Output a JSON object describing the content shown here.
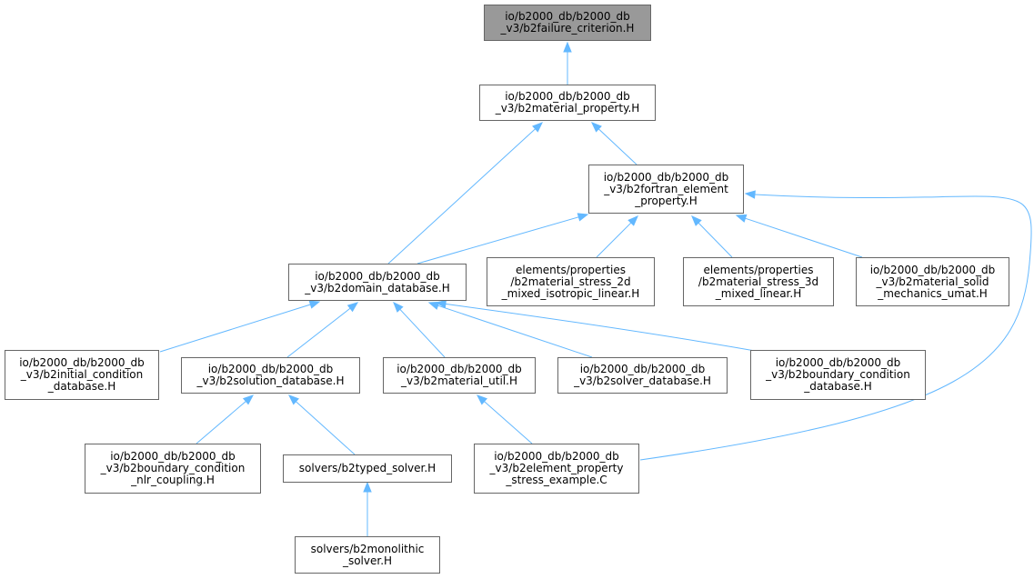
{
  "nodes": [
    {
      "id": "failure_criterion",
      "name": "node-b2failure-criterion",
      "root": true,
      "lines": [
        "io/b2000_db/b2000_db",
        "_v3/b2failure_criterion.H"
      ]
    },
    {
      "id": "material_property",
      "name": "node-b2material-property",
      "lines": [
        "io/b2000_db/b2000_db",
        "_v3/b2material_property.H"
      ]
    },
    {
      "id": "fortran_element_property",
      "name": "node-b2fortran-element-property",
      "lines": [
        "io/b2000_db/b2000_db",
        "_v3/b2fortran_element",
        "_property.H"
      ]
    },
    {
      "id": "domain_database",
      "name": "node-b2domain-database",
      "lines": [
        "io/b2000_db/b2000_db",
        "_v3/b2domain_database.H"
      ]
    },
    {
      "id": "stress_2d",
      "name": "node-b2material-stress-2d",
      "lines": [
        "elements/properties",
        "/b2material_stress_2d",
        "_mixed_isotropic_linear.H"
      ]
    },
    {
      "id": "stress_3d",
      "name": "node-b2material-stress-3d",
      "lines": [
        "elements/properties",
        "/b2material_stress_3d",
        "_mixed_linear.H"
      ]
    },
    {
      "id": "solid_mechanics_umat",
      "name": "node-b2material-solid-mechanics-umat",
      "lines": [
        "io/b2000_db/b2000_db",
        "_v3/b2material_solid",
        "_mechanics_umat.H"
      ]
    },
    {
      "id": "initial_condition",
      "name": "node-b2initial-condition-database",
      "lines": [
        "io/b2000_db/b2000_db",
        "_v3/b2initial_condition",
        "_database.H"
      ]
    },
    {
      "id": "solution_database",
      "name": "node-b2solution-database",
      "lines": [
        "io/b2000_db/b2000_db",
        "_v3/b2solution_database.H"
      ]
    },
    {
      "id": "material_util",
      "name": "node-b2material-util",
      "lines": [
        "io/b2000_db/b2000_db",
        "_v3/b2material_util.H"
      ]
    },
    {
      "id": "solver_database",
      "name": "node-b2solver-database",
      "lines": [
        "io/b2000_db/b2000_db",
        "_v3/b2solver_database.H"
      ]
    },
    {
      "id": "boundary_condition_database",
      "name": "node-b2boundary-condition-database",
      "lines": [
        "io/b2000_db/b2000_db",
        "_v3/b2boundary_condition",
        "_database.H"
      ]
    },
    {
      "id": "boundary_condition_nlr",
      "name": "node-b2boundary-condition-nlr-coupling",
      "lines": [
        "io/b2000_db/b2000_db",
        "_v3/b2boundary_condition",
        "_nlr_coupling.H"
      ]
    },
    {
      "id": "typed_solver",
      "name": "node-b2typed-solver",
      "lines": [
        "solvers/b2typed_solver.H"
      ]
    },
    {
      "id": "element_property_stress_example",
      "name": "node-b2element-property-stress-example",
      "lines": [
        "io/b2000_db/b2000_db",
        "_v3/b2element_property",
        "_stress_example.C"
      ]
    },
    {
      "id": "monolithic_solver",
      "name": "node-b2monolithic-solver",
      "lines": [
        "solvers/b2monolithic",
        "_solver.H"
      ]
    }
  ],
  "edges": [
    {
      "from": "material_property",
      "to": "failure_criterion"
    },
    {
      "from": "domain_database",
      "to": "material_property"
    },
    {
      "from": "fortran_element_property",
      "to": "material_property"
    },
    {
      "from": "domain_database",
      "to": "fortran_element_property"
    },
    {
      "from": "stress_2d",
      "to": "fortran_element_property"
    },
    {
      "from": "stress_3d",
      "to": "fortran_element_property"
    },
    {
      "from": "solid_mechanics_umat",
      "to": "fortran_element_property"
    },
    {
      "from": "element_property_stress_example",
      "to": "fortran_element_property"
    },
    {
      "from": "initial_condition",
      "to": "domain_database"
    },
    {
      "from": "solution_database",
      "to": "domain_database"
    },
    {
      "from": "material_util",
      "to": "domain_database"
    },
    {
      "from": "solver_database",
      "to": "domain_database"
    },
    {
      "from": "boundary_condition_database",
      "to": "domain_database"
    },
    {
      "from": "boundary_condition_nlr",
      "to": "solution_database"
    },
    {
      "from": "typed_solver",
      "to": "solution_database"
    },
    {
      "from": "element_property_stress_example",
      "to": "material_util"
    },
    {
      "from": "monolithic_solver",
      "to": "typed_solver"
    }
  ],
  "colors": {
    "edge": "#63b8ff",
    "node_border": "#666666",
    "node_fill": "#ffffff",
    "root_fill": "#999999"
  }
}
